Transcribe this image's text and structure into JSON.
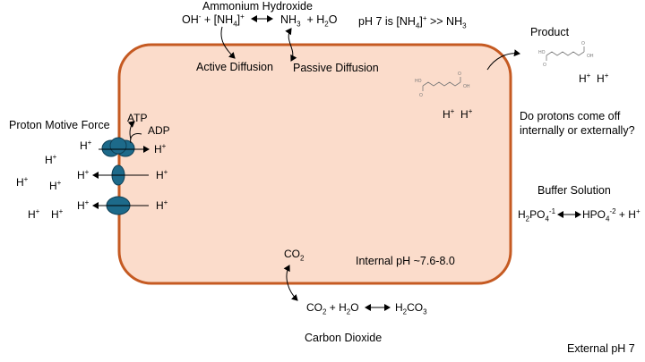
{
  "title_ammonium": "Ammonium Hydroxide",
  "equation_ammonium": {
    "lhs1": "OH",
    "lhs1_sup": "-",
    "plus1": "+ [NH",
    "lhs2_sub": "4",
    "lhs2_close": "]",
    "lhs2_sup": "+",
    "rhs1": "NH",
    "rhs1_sub": "3",
    "plus2": "+ H",
    "rhs2_sub": "2",
    "rhs2_tail": "O"
  },
  "ph_note": {
    "a": "pH 7 is [NH",
    "sub": "4",
    "b": "]",
    "sup": "+",
    "c": " >> NH",
    "sub2": "3"
  },
  "active_diffusion": "Active Diffusion",
  "passive_diffusion": "Passive Diffusion",
  "product_label": "Product",
  "proton_motive_force": "Proton Motive Force",
  "atp": "ATP",
  "adp": "ADP",
  "question": {
    "line1": "Do protons come off",
    "line2": "internally or externally?"
  },
  "buffer_title": "Buffer Solution",
  "buffer_eq": {
    "a": "H",
    "a_sub": "2",
    "b": "PO",
    "b_sub": "4",
    "b_sup": "-1",
    "c": "HPO",
    "c_sub": "4",
    "c_sup": "-2",
    "d": " + H",
    "d_sup": "+"
  },
  "co2_inside": {
    "a": "CO",
    "sub": "2"
  },
  "internal_ph": "Internal pH ~7.6-8.0",
  "co2_eq": {
    "a": "CO",
    "a_sub": "2",
    "b": " + H",
    "b_sub": "2",
    "c": "O",
    "d": "H",
    "d_sub": "2",
    "e": "CO",
    "e_sub": "3"
  },
  "carbon_dioxide": "Carbon Dioxide",
  "external_ph": "External pH 7",
  "proton": {
    "base": "H",
    "sup": "+"
  },
  "colors": {
    "cell_fill": "#fbdccb",
    "cell_border": "#c55a22",
    "transporter": "#1d6a8a",
    "transporter_edge": "#0f3f55"
  }
}
